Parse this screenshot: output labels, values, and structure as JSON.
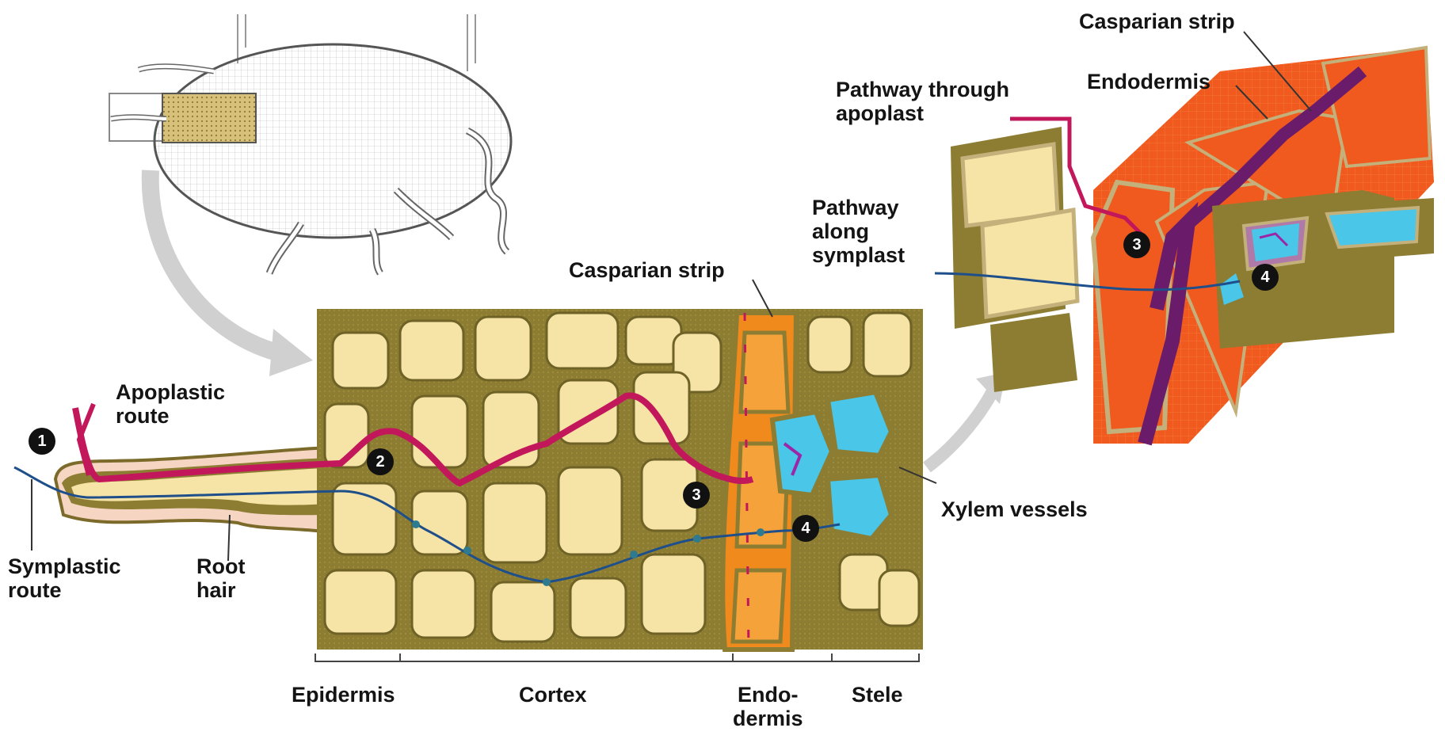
{
  "labels": {
    "apoplastic_route": [
      "Apoplastic",
      "route"
    ],
    "symplastic_route": [
      "Symplastic",
      "route"
    ],
    "root_hair": [
      "Root",
      "hair"
    ],
    "casparian_strip_main": "Casparian strip",
    "casparian_strip_inset": "Casparian strip",
    "endodermis_inset": "Endodermis",
    "pathway_apoplast": [
      "Pathway through",
      "apoplast"
    ],
    "pathway_symplast": [
      "Pathway",
      "along",
      "symplast"
    ],
    "xylem_vessels": "Xylem vessels",
    "epidermis": "Epidermis",
    "cortex": "Cortex",
    "endodermis_bottom": [
      "Endo-",
      "dermis"
    ],
    "stele": "Stele"
  },
  "markers": [
    "1",
    "2",
    "3",
    "4",
    "3",
    "4"
  ],
  "colors": {
    "cell_wall": "#8a7a2e",
    "cell_fill": "#f6e3a6",
    "endodermis": "#f08a1c",
    "xylem": "#45c4e6",
    "apoplast_path": "#c2185b",
    "symplast_path": "#1f4f8a",
    "casparian": "#6a1b6a"
  }
}
